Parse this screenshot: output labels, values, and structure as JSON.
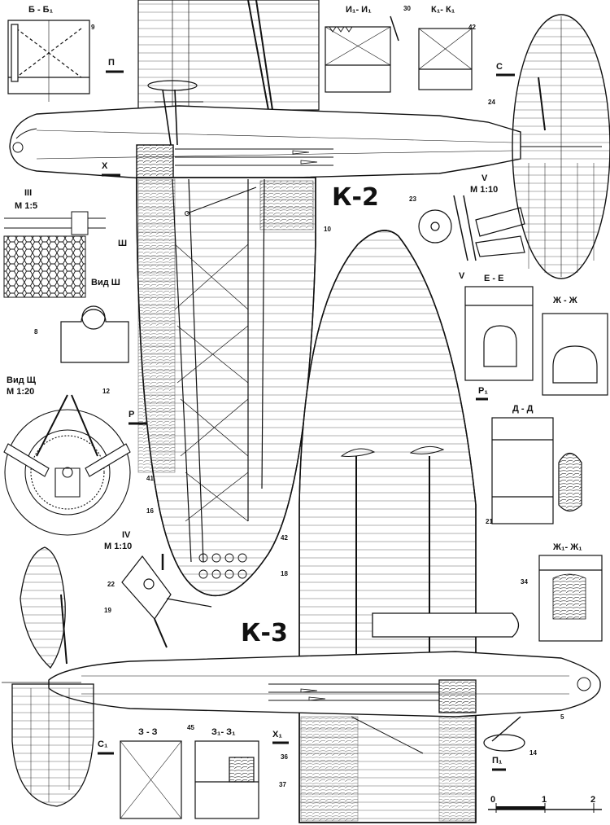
{
  "aircraft": {
    "k2": "К-2",
    "k3": "К-3"
  },
  "sections": {
    "bb": "Б - Б₁",
    "ii": "И₁- И₁",
    "kk": "К₁- К₁",
    "ee": "Е - Е",
    "zhzh": "Ж - Ж",
    "dd": "Д - Д",
    "zhzh1": "Ж₁- Ж₁",
    "zz": "З - З",
    "zz1": "З₁- З₁"
  },
  "markers": {
    "p": "П",
    "p1": "П₁",
    "s": "С",
    "s1": "С₁",
    "x": "Х",
    "x1": "Х₁",
    "r": "Р",
    "r1": "Р₁",
    "sh": "Ш",
    "v": "V"
  },
  "details": {
    "iii": "III",
    "iii_scale": "М 1:5",
    "vid_sh": "Вид Ш",
    "vid_shch": "Вид Щ",
    "vid_shch_scale": "М 1:20",
    "iv": "IV",
    "iv_scale": "М 1:10",
    "v": "V",
    "v_scale": "М 1:10"
  },
  "callouts": [
    "9",
    "30",
    "42",
    "24",
    "10",
    "23",
    "8",
    "12",
    "41",
    "16",
    "42",
    "21",
    "22",
    "18",
    "34",
    "19",
    "5",
    "45",
    "36",
    "37",
    "14"
  ],
  "scale_bar": {
    "labels": [
      "0",
      "1",
      "2"
    ]
  }
}
